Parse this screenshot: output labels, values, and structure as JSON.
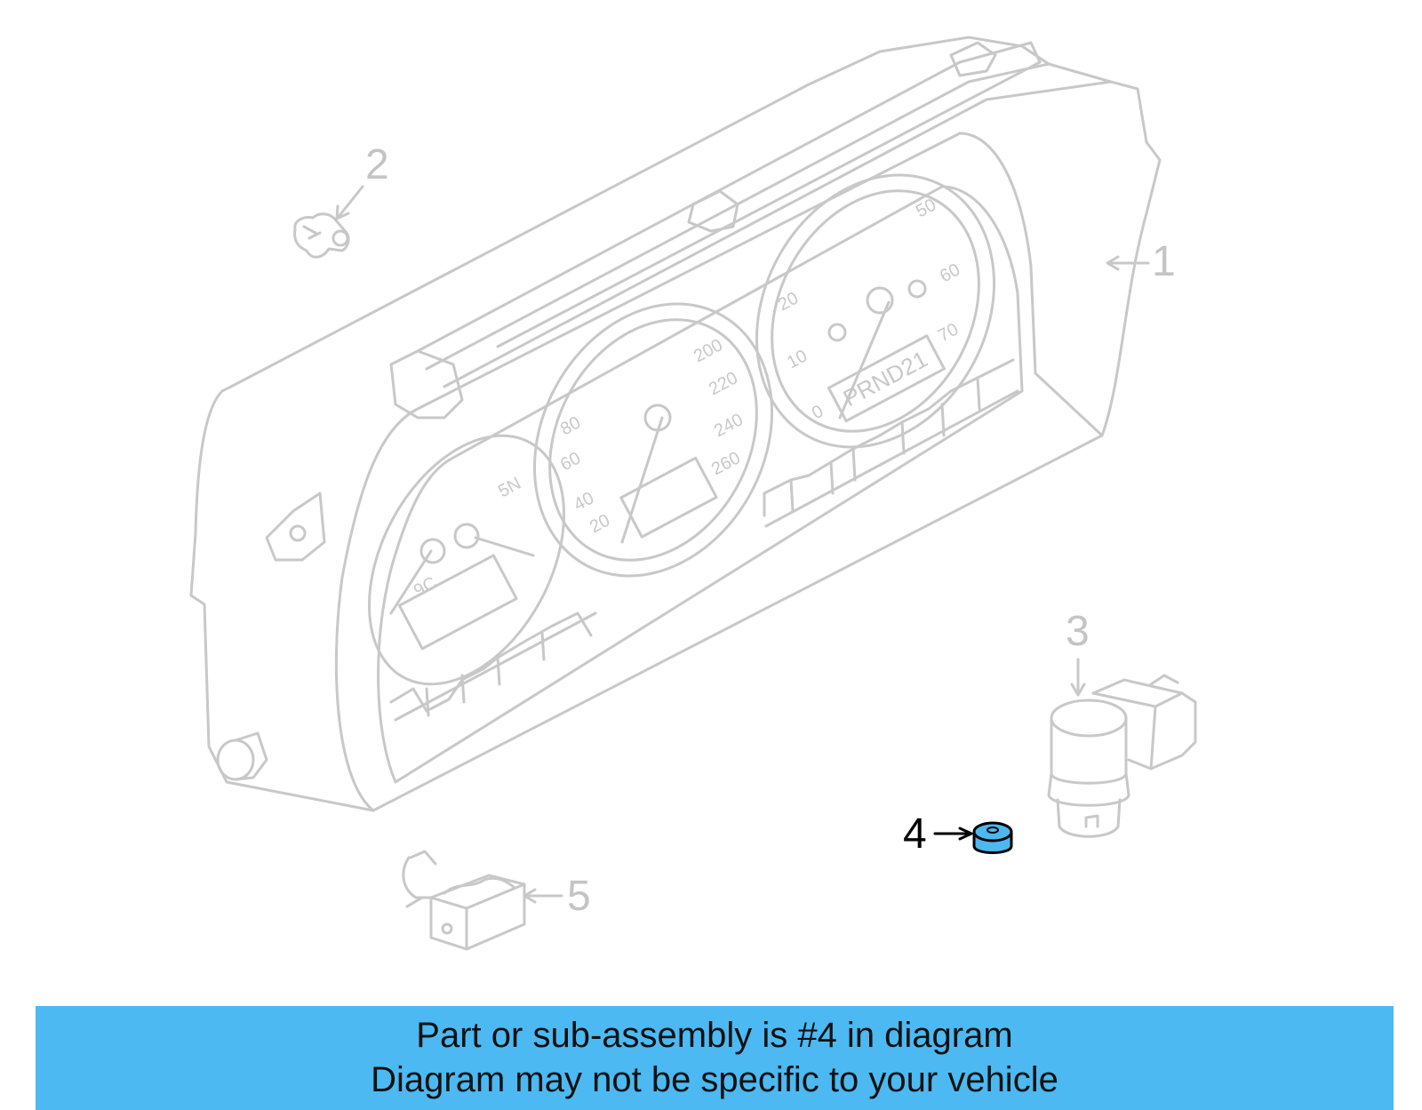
{
  "diagram": {
    "callouts": [
      {
        "id": "1",
        "label": "1",
        "highlighted": false
      },
      {
        "id": "2",
        "label": "2",
        "highlighted": false
      },
      {
        "id": "3",
        "label": "3",
        "highlighted": false
      },
      {
        "id": "4",
        "label": "4",
        "highlighted": true
      },
      {
        "id": "5",
        "label": "5",
        "highlighted": false
      }
    ],
    "gauges": {
      "small": {
        "ticks": [
          "9C",
          "5N"
        ]
      },
      "speedometer": {
        "ticks": [
          "20",
          "40",
          "60",
          "80",
          "200",
          "220",
          "240",
          "260"
        ]
      },
      "tachometer": {
        "ticks": [
          "0",
          "10",
          "20",
          "50",
          "60",
          "70"
        ]
      },
      "gear_indicator": "PRND21"
    }
  },
  "banner": {
    "line1": "Part or sub-assembly is #4 in diagram",
    "line2": "Diagram may not be specific to your vehicle"
  },
  "colors": {
    "line": "#c8c8c8",
    "highlight": "#4db8f0",
    "banner": "#4cb9f2",
    "active_text": "#000000"
  }
}
